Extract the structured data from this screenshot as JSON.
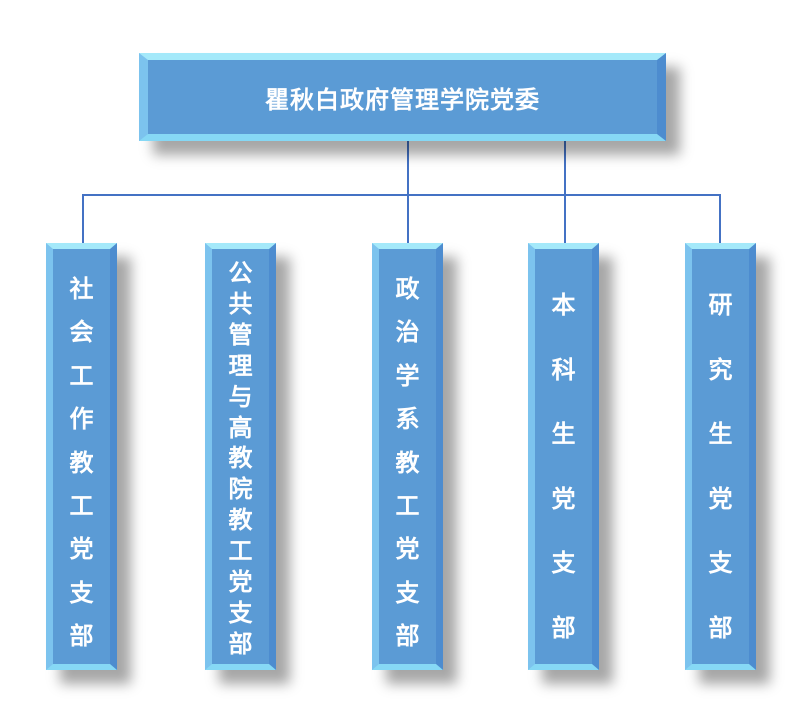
{
  "root": {
    "label": "瞿秋白政府管理学院党委"
  },
  "branches": [
    {
      "label": "社会工作教工党支部"
    },
    {
      "label": "公共管理与高教院教工党支部"
    },
    {
      "label": "政治学系教工党支部"
    },
    {
      "label": "本科生党支部"
    },
    {
      "label": "研究生党支部"
    }
  ],
  "colors": {
    "box": "#5b9bd5",
    "line": "#4472c4"
  }
}
